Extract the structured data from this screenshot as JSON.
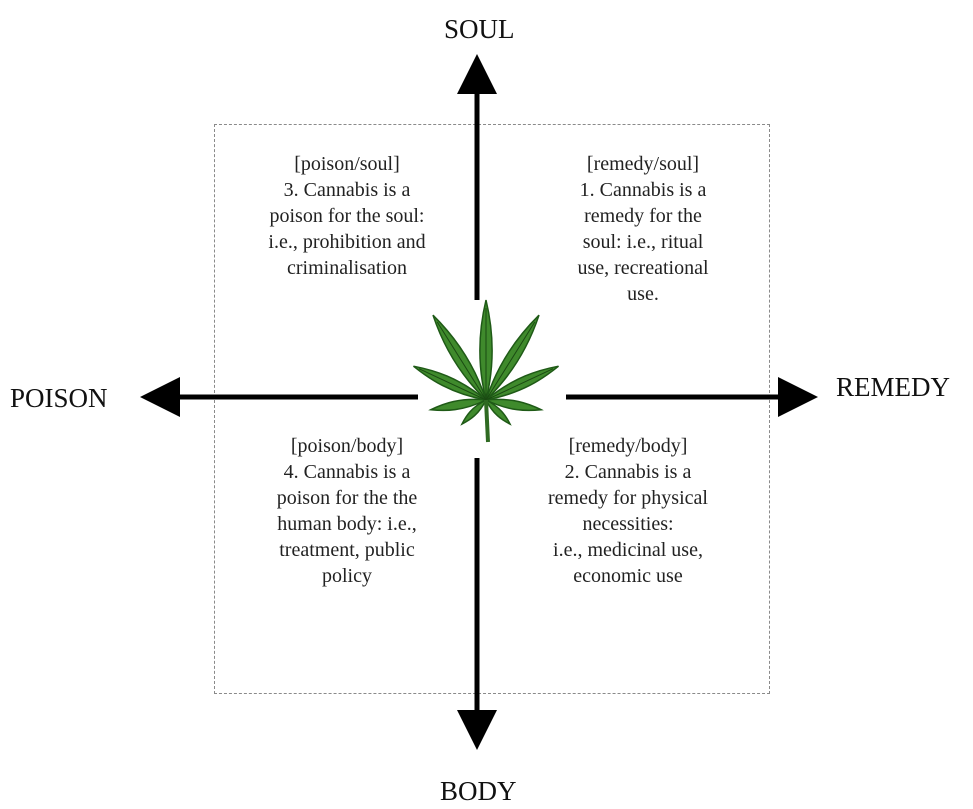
{
  "axes": {
    "top": "SOUL",
    "bottom": "BODY",
    "left": "POISON",
    "right": "REMEDY"
  },
  "quadrants": {
    "top_left": {
      "tag": "[poison/soul]",
      "lines": [
        "3. Cannabis is a",
        "poison for the soul:",
        "i.e., prohibition and",
        "criminalisation"
      ]
    },
    "top_right": {
      "tag": "[remedy/soul]",
      "lines": [
        "1.  Cannabis is a",
        "remedy for the",
        "soul: i.e., ritual",
        "use, recreational",
        "use."
      ]
    },
    "bottom_left": {
      "tag": "[poison/body]",
      "lines": [
        "4.  Cannabis is a",
        "poison for the the",
        "human body: i.e.,",
        "treatment, public",
        "policy"
      ]
    },
    "bottom_right": {
      "tag": "[remedy/body]",
      "lines": [
        "2. Cannabis is a",
        "remedy for physical",
        "necessities:",
        "i.e., medicinal use,",
        "economic use"
      ]
    }
  },
  "center_icon": "cannabis-leaf-icon",
  "colors": {
    "leaf": "#3f8a2c",
    "leaf_dark": "#1f5a17",
    "axis": "#000000",
    "frame": "#8a8a8a"
  }
}
